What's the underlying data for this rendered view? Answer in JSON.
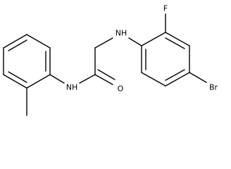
{
  "diagram": {
    "kind": "skeletal-formula",
    "colors": {
      "bond": "#000000",
      "label": "#000000",
      "background": "#ffffff"
    },
    "atom_labels": {
      "fluorine": "F",
      "amine_nh": "NH",
      "amide_nh": "NH",
      "oxygen": "O",
      "bromine": "Br"
    }
  }
}
